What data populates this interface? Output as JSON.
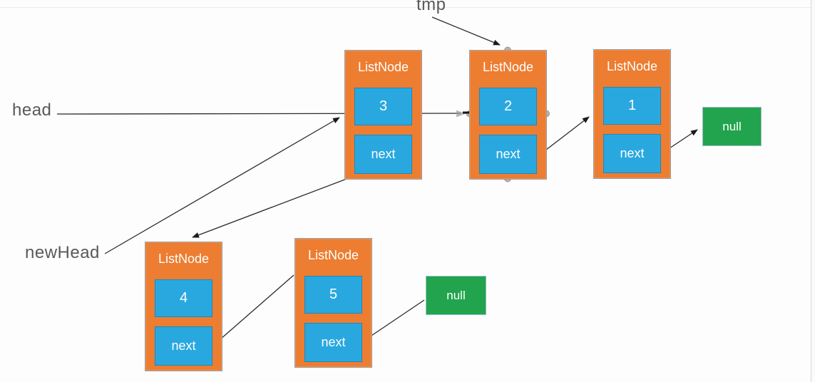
{
  "labels": {
    "tmp": "tmp",
    "head": "head",
    "new_head": "newHead"
  },
  "nodes": [
    {
      "id": "node-3",
      "title": "ListNode",
      "value": "3",
      "pointer": "next"
    },
    {
      "id": "node-2",
      "title": "ListNode",
      "value": "2",
      "pointer": "next"
    },
    {
      "id": "node-1",
      "title": "ListNode",
      "value": "1",
      "pointer": "next"
    },
    {
      "id": "node-4",
      "title": "ListNode",
      "value": "4",
      "pointer": "next"
    },
    {
      "id": "node-5",
      "title": "ListNode",
      "value": "5",
      "pointer": "next"
    }
  ],
  "terminators": [
    {
      "label": "null"
    },
    {
      "label": "null"
    }
  ],
  "colors": {
    "node_orange": "#ED7D31",
    "cell_blue": "#29A8E0",
    "null_green": "#21A44D",
    "label_gray": "#595959",
    "shape_border": "#9b9b9b"
  }
}
